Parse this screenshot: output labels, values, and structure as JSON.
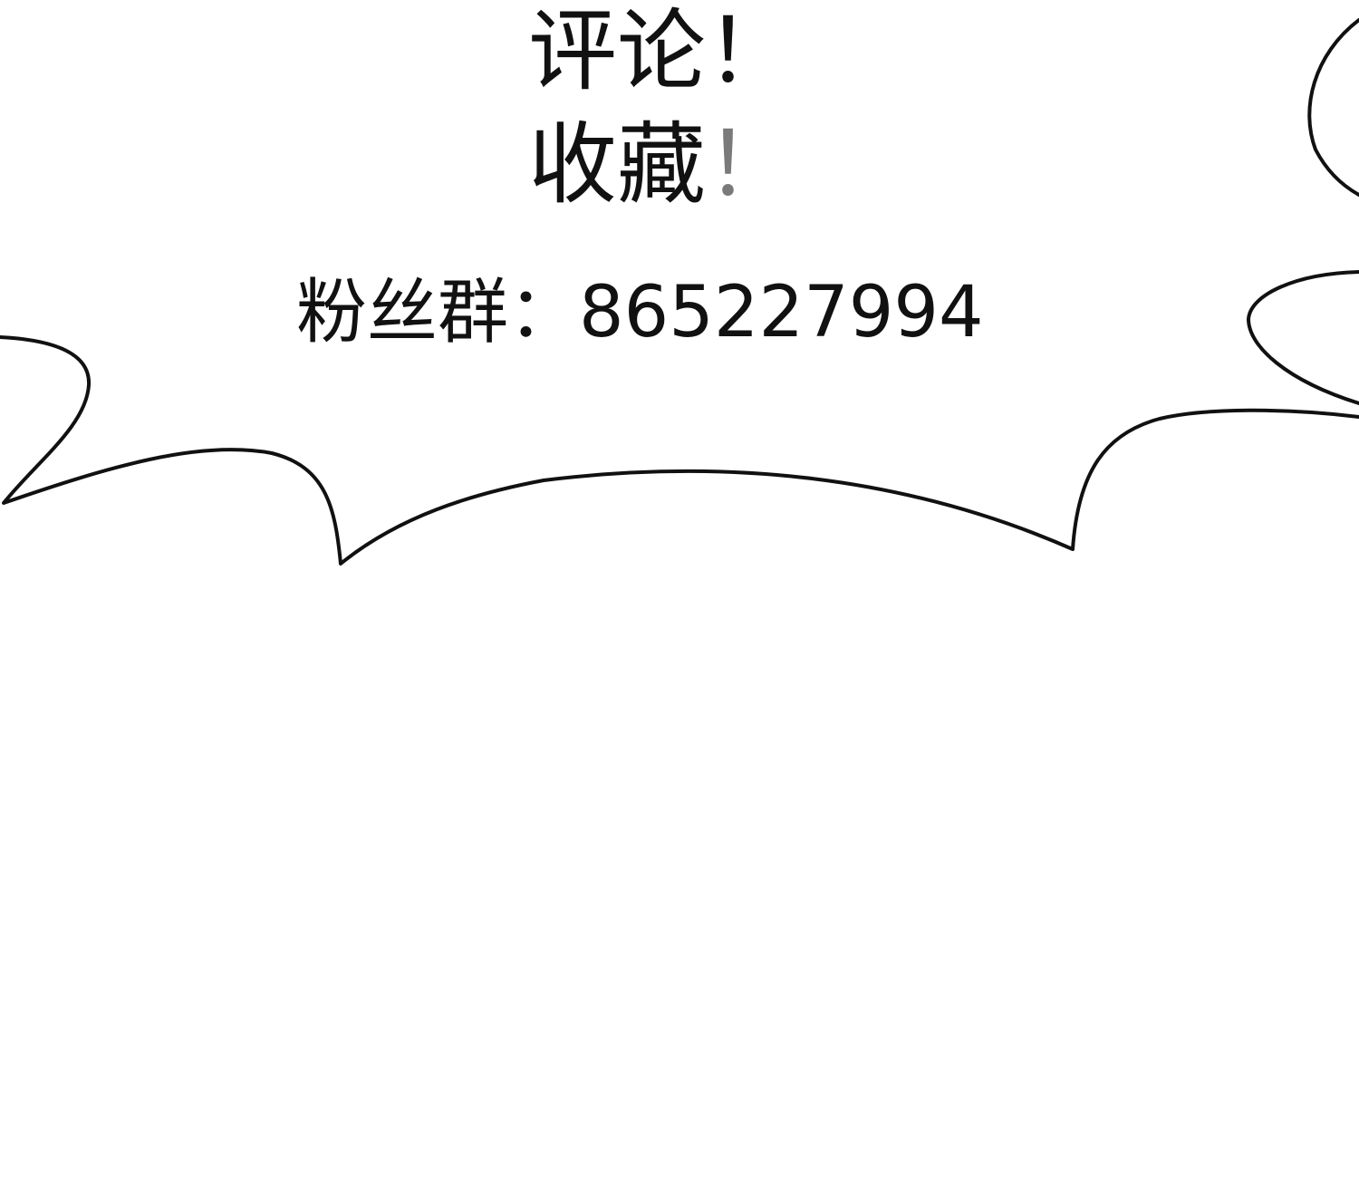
{
  "bubble": {
    "line_1": "评论！",
    "line_2_main": "收藏",
    "line_2_mark": "！",
    "line_3": "粉丝群：865227994"
  },
  "colors": {
    "background": "#ffffff",
    "text": "#111111",
    "outline": "#111111",
    "faded_mark": "#7a7a7a"
  }
}
